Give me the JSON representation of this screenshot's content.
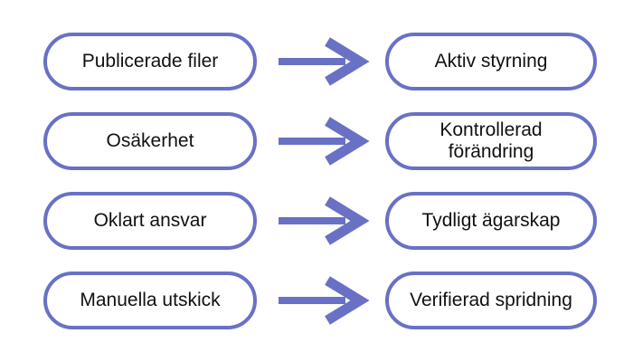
{
  "diagram": {
    "accent_color": "#6971C5",
    "text_color": "#111111",
    "background_color": "#FFFFFF",
    "arrow_icon": "arrow-right",
    "rows": [
      {
        "from": "Publicerade filer",
        "to": "Aktiv styrning"
      },
      {
        "from": "Osäkerhet",
        "to": "Kontrollerad förändring"
      },
      {
        "from": "Oklart ansvar",
        "to": "Tydligt ägarskap"
      },
      {
        "from": "Manuella utskick",
        "to": "Verifierad spridning"
      }
    ]
  }
}
